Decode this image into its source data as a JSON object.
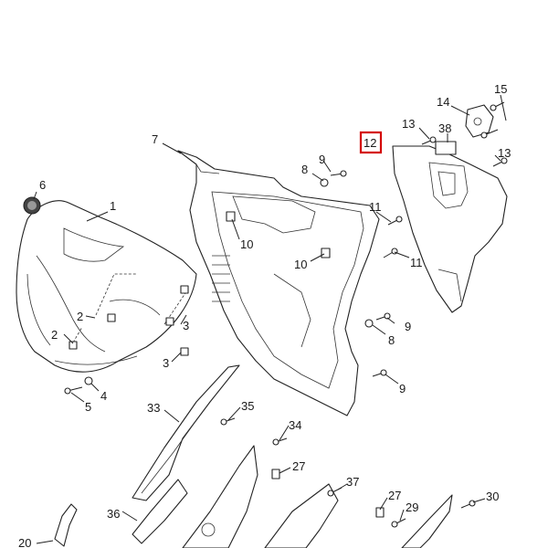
{
  "callouts": {
    "c1": "1",
    "c2a": "2",
    "c2b": "2",
    "c3a": "3",
    "c3b": "3",
    "c4": "4",
    "c5": "5",
    "c6": "6",
    "c7": "7",
    "c8a": "8",
    "c8b": "8",
    "c9a": "9",
    "c9b": "9",
    "c9c": "9",
    "c10a": "10",
    "c10b": "10",
    "c11a": "11",
    "c11b": "11",
    "c12": "12",
    "c13a": "13",
    "c13b": "13",
    "c14": "14",
    "c15": "15",
    "c20": "20",
    "c27a": "27",
    "c27b": "27",
    "c29": "29",
    "c30": "30",
    "c33": "33",
    "c34": "34",
    "c35": "35",
    "c36": "36",
    "c37": "37",
    "c38": "38"
  },
  "highlight": {
    "label": "12",
    "color": "#d40000"
  }
}
